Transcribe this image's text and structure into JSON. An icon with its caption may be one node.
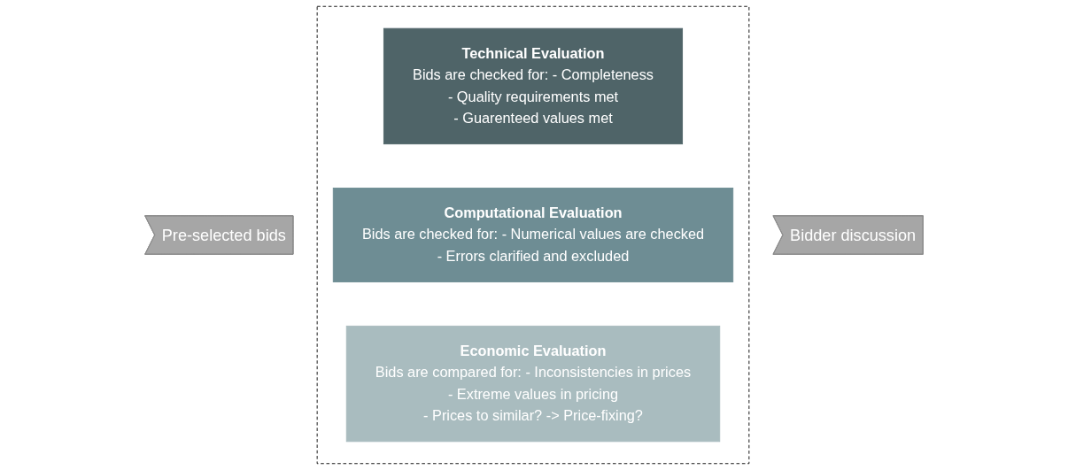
{
  "diagram": {
    "nodes": [
      {
        "text": [
          "Pre-selected bids"
        ]
      },
      {
        "text": [],
        "shape": "box"
      },
      {
        "text": [
          "Technical Evaluation",
          "Bids are checked for: - Completeness",
          "- Quality requirements met",
          "- Guarenteed values met"
        ],
        "in": 1
      },
      {
        "text": [
          "Computational Evaluation",
          "Bids are checked for: - Numerical values are checked",
          "- Errors clarified and excluded"
        ],
        "in": 1
      },
      {
        "text": [
          "Economic Evaluation",
          "Bids are compared for: - Inconsistencies in prices",
          "- Extreme values in pricing",
          "- Prices to similar? -> Price-fixing?"
        ],
        "in": 1
      },
      {
        "text": [
          "Bidder discussion"
        ]
      }
    ],
    "edges": []
  }
}
